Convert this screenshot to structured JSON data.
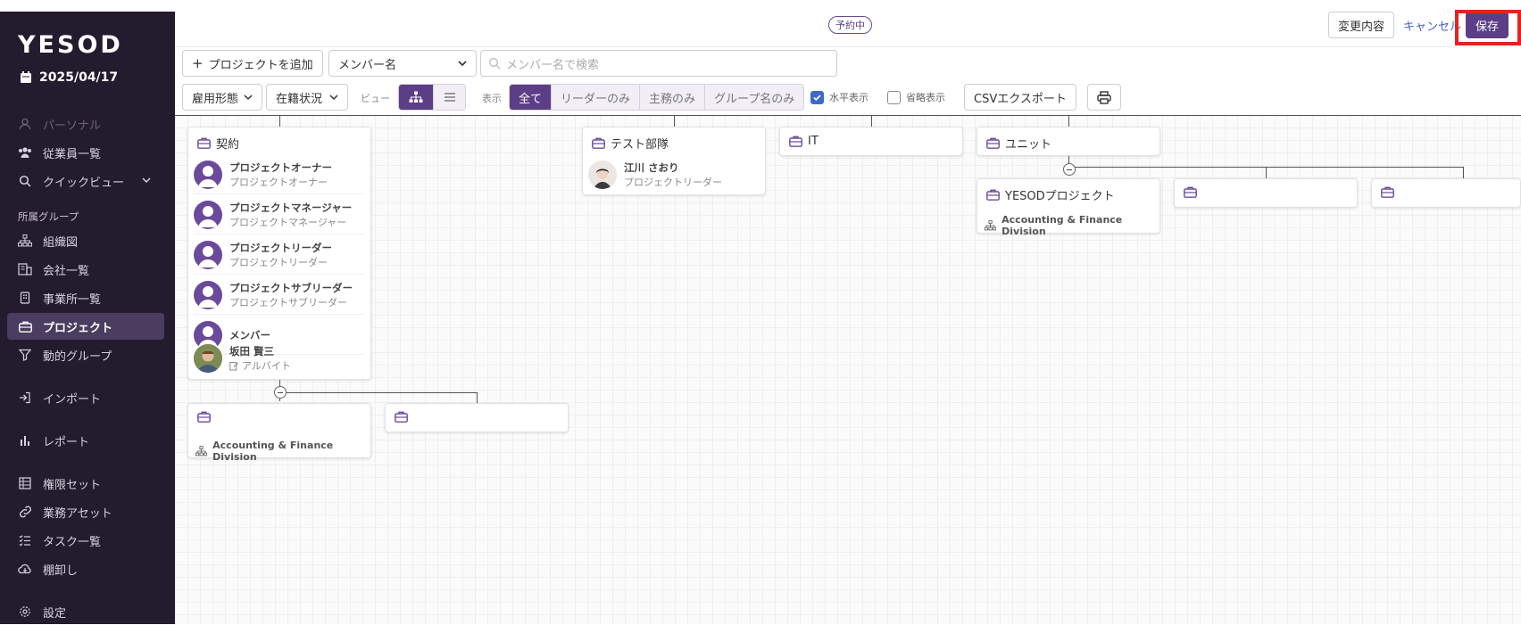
{
  "sidebar": {
    "logo": "YESOD",
    "date": "2025/04/17",
    "items": [
      {
        "label": "パーソナル",
        "icon": "user-icon"
      },
      {
        "label": "従業員一覧",
        "icon": "users-icon"
      },
      {
        "label": "クイックビュー",
        "icon": "search-icon"
      },
      {
        "label": "組織図",
        "icon": "org-chart-icon"
      },
      {
        "label": "会社一覧",
        "icon": "company-icon"
      },
      {
        "label": "事業所一覧",
        "icon": "building-icon"
      },
      {
        "label": "プロジェクト",
        "icon": "briefcase-icon"
      },
      {
        "label": "動的グループ",
        "icon": "filter-icon"
      },
      {
        "label": "インポート",
        "icon": "import-icon"
      },
      {
        "label": "レポート",
        "icon": "report-icon"
      },
      {
        "label": "権限セット",
        "icon": "grid-icon"
      },
      {
        "label": "業務アセット",
        "icon": "link-icon"
      },
      {
        "label": "タスク一覧",
        "icon": "tasks-icon"
      },
      {
        "label": "棚卸し",
        "icon": "cloud-icon"
      },
      {
        "label": "設定",
        "icon": "gear-icon"
      }
    ],
    "section_label": "所属グループ"
  },
  "topbar": {
    "badge": "予約中",
    "changes_label": "変更内容",
    "cancel_label": "キャンセル",
    "save_label": "保存"
  },
  "toolbar": {
    "add_project_label": "プロジェクトを追加",
    "member_select": "メンバー名",
    "search_placeholder": "メンバー名で検索",
    "employment_label": "雇用形態",
    "status_label": "在籍状況",
    "view_label": "ビュー",
    "display_label": "表示",
    "display_options": [
      "全て",
      "リーダーのみ",
      "主務のみ",
      "グループ名のみ"
    ],
    "horizontal_label": "水平表示",
    "horizontal_checked": true,
    "compact_label": "省略表示",
    "compact_checked": false,
    "csv_label": "CSVエクスポート"
  },
  "cards": {
    "contract": {
      "title": "契約",
      "members": [
        {
          "name": "プロジェクトオーナー",
          "role": "プロジェクトオーナー"
        },
        {
          "name": "プロジェクトマネージャー",
          "role": "プロジェクトマネージャー"
        },
        {
          "name": "プロジェクトリーダー",
          "role": "プロジェクトリーダー"
        },
        {
          "name": "プロジェクトサブリーダー",
          "role": "プロジェクトサブリーダー"
        },
        {
          "name": "メンバー",
          "role": ""
        },
        {
          "name": "坂田 賢三",
          "role": "アルバイト"
        }
      ]
    },
    "test": {
      "title": "テスト部隊",
      "member_name": "江川 さおり",
      "member_role": "プロジェクトリーダー"
    },
    "it": {
      "title": "IT"
    },
    "unit": {
      "title": "ユニット"
    },
    "yesod": {
      "title": "YESODプロジェクト",
      "division": "Accounting & Finance Division"
    },
    "child1": {
      "division": "Accounting & Finance Division"
    }
  }
}
